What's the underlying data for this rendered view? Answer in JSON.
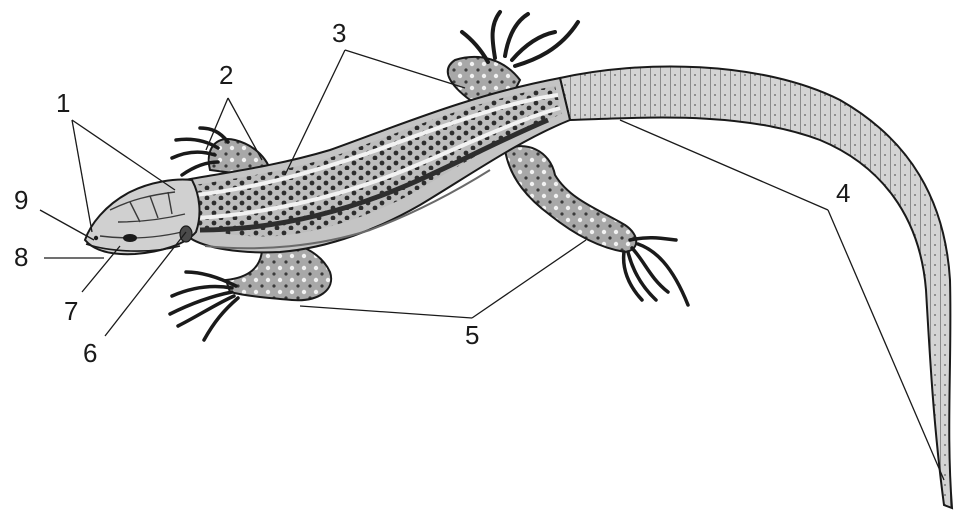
{
  "diagram": {
    "subject": "lizard-external-anatomy",
    "colors": {
      "ink": "#1a1a1a",
      "body_light": "#d9d9d9",
      "body_mid": "#9a9a9a",
      "stripe_dark": "#2e2e2e",
      "belly": "#c4c4c4",
      "background": "#ffffff"
    },
    "labels": [
      {
        "id": "label-1",
        "text": "1"
      },
      {
        "id": "label-2",
        "text": "2"
      },
      {
        "id": "label-3",
        "text": "3"
      },
      {
        "id": "label-4",
        "text": "4"
      },
      {
        "id": "label-5",
        "text": "5"
      },
      {
        "id": "label-6",
        "text": "6"
      },
      {
        "id": "label-7",
        "text": "7"
      },
      {
        "id": "label-8",
        "text": "8"
      },
      {
        "id": "label-9",
        "text": "9"
      }
    ]
  }
}
